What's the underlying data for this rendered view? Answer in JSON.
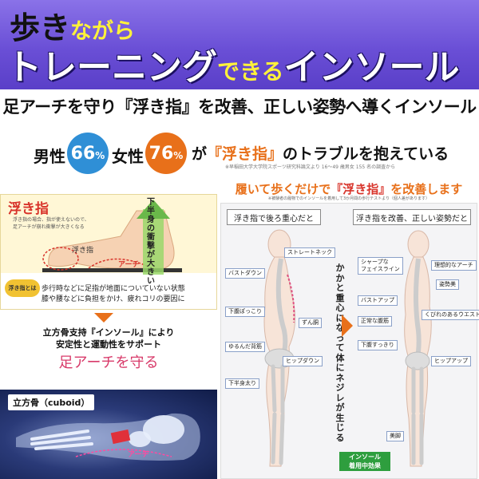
{
  "banner": {
    "line1_part1": "歩き",
    "line1_part2": "ながら",
    "line2_part1": "トレーニング",
    "line2_part2": "できる",
    "line2_part3": "インソール"
  },
  "subtitle": "足アーチを守り『浮き指』を改善、正しい姿勢へ導くインソール",
  "stats": {
    "male_label": "男性",
    "male_value": "66",
    "female_label": "女性",
    "female_value": "76",
    "percent_sign": "%",
    "suffix_part1": "が",
    "suffix_highlight": "『浮き指』",
    "suffix_part2": "のトラブルを抱えている",
    "note": "※早稲田大学大学院スポーツ研究科論文より 16～49 歳男女 155 名の調査から",
    "male_color": "#2f8fd6",
    "female_color": "#e8701a"
  },
  "left_top": {
    "title": "浮き指",
    "desc_line1": "浮き指の場合、指が使えないので、",
    "desc_line2": "足アーチが崩れ衝撃が大きくなる",
    "impact": "下半身の衝撃が大きい",
    "ukiyubi_tag": "浮き指",
    "arch_tag": "アーチ",
    "badge": "浮き指とは",
    "box_line1": "歩行時などに足指が地面についていない状態",
    "box_line2": "膝や腰などに負担をかけ、疲れコリの要因に"
  },
  "left_middle": {
    "line1": "立方骨支持『インソール』により",
    "line2": "安定性と運動性をサポート",
    "line3": "足アーチを守る"
  },
  "left_bottom": {
    "cuboid_label": "立方骨（cuboid）",
    "arch_label": "アーチ"
  },
  "right": {
    "headline_part1": "履いて歩くだけで",
    "headline_highlight": "『浮き指』",
    "headline_part2": "を改善します",
    "note": "※被験者の履物でのインソールを着用して3か月間の歩行テストより（個人差があります）",
    "col_left_title": "浮き指で後ろ重心だと",
    "col_right_title": "浮き指を改善、正しい姿勢だと",
    "left_labels": [
      "ストレートネック",
      "バストダウン",
      "下腹ぽっこり",
      "ずん胴",
      "ゆるんだ背筋",
      "ヒップダウン",
      "下半身太り"
    ],
    "right_labels": [
      "シャープな",
      "フェイスライン",
      "理想的なアーチ",
      "姿勢美",
      "バストアップ",
      "くびれのあるウエスト",
      "正常な腹筋",
      "下腹すっきり",
      "ヒップアップ",
      "美脚"
    ],
    "middle_text": "かかと重心になって体にネジレが生じる",
    "green_badge_line1": "インソール",
    "green_badge_line2": "着用中効果"
  }
}
